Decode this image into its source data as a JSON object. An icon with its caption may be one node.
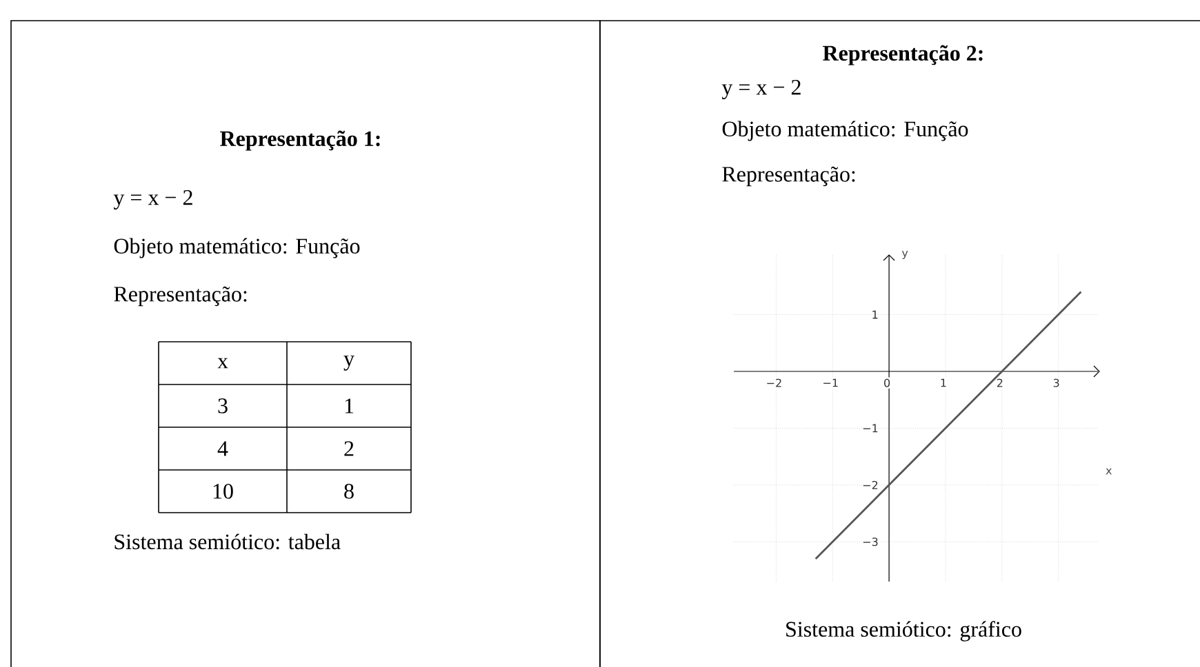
{
  "diagram": {
    "nodes": [
      {
        "text": [
          "Representação 1:",
          "y = x − 2",
          "Objeto matemático: Função",
          "Representação:",
          "Sistema semiótico: tabela"
        ]
      },
      {
        "text": [
          "Representação 2:",
          "y = x − 2",
          "Objeto matemático: Função",
          "Representação:",
          "Sistema semiótico: gráfico"
        ]
      }
    ],
    "labels": [
      "x",
      "y",
      "3",
      "1",
      "4",
      "2",
      "10",
      "8"
    ],
    "chart_data": {
      "type": "line",
      "xlabel": "x",
      "ylabel": "y",
      "x": [
        -1.3,
        3.4
      ],
      "series": [
        {
          "color": "#555555",
          "values": [
            -3.3,
            1.4
          ]
        }
      ],
      "xlim": [
        -2.75,
        3.7
      ],
      "ylim": [
        -3.7,
        2.05
      ],
      "xticks": [
        -2,
        -1,
        0,
        1,
        2,
        3
      ],
      "yticks": [
        -3,
        -2,
        -1,
        1
      ],
      "grid": true
    }
  }
}
